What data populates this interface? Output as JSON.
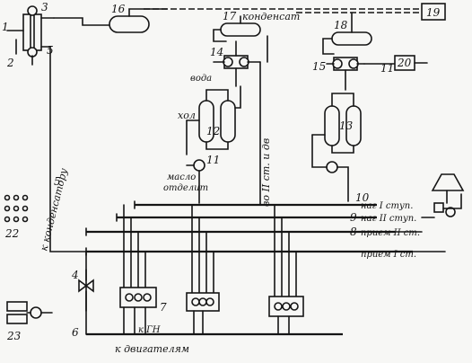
{
  "diagram": {
    "numbers": {
      "n1": "1",
      "n2": "2",
      "n3": "3",
      "n5a": "5",
      "n5": "5",
      "n6": "6",
      "n7": "7",
      "n9": "9",
      "n10": "10",
      "n11": "11",
      "n11b": "11",
      "n12": "12",
      "n13": "13",
      "n14": "14",
      "n15": "15",
      "n16": "16",
      "n17": "17",
      "n18": "18",
      "n19": "19",
      "n20": "20",
      "n22": "22",
      "n23": "23",
      "n4": "4",
      "n8": "8"
    },
    "labels": {
      "condensate": "конденсат",
      "water": "вода",
      "cold": "хол",
      "oil_separator_1": "масло",
      "oil_separator_2": "отделит",
      "to_condenser": "к конденсатору",
      "to_rooms": "во II ст. и дв",
      "discharge_1": "наг I ступ.",
      "discharge_2": "наг II ступ.",
      "suction_2": "прием II ст.",
      "suction_1": "прием I ст.",
      "to_engines": "к двигателям",
      "kgn": "к ГН"
    },
    "colors": {
      "ink": "#151515",
      "paper": "#f7f7f5"
    }
  }
}
